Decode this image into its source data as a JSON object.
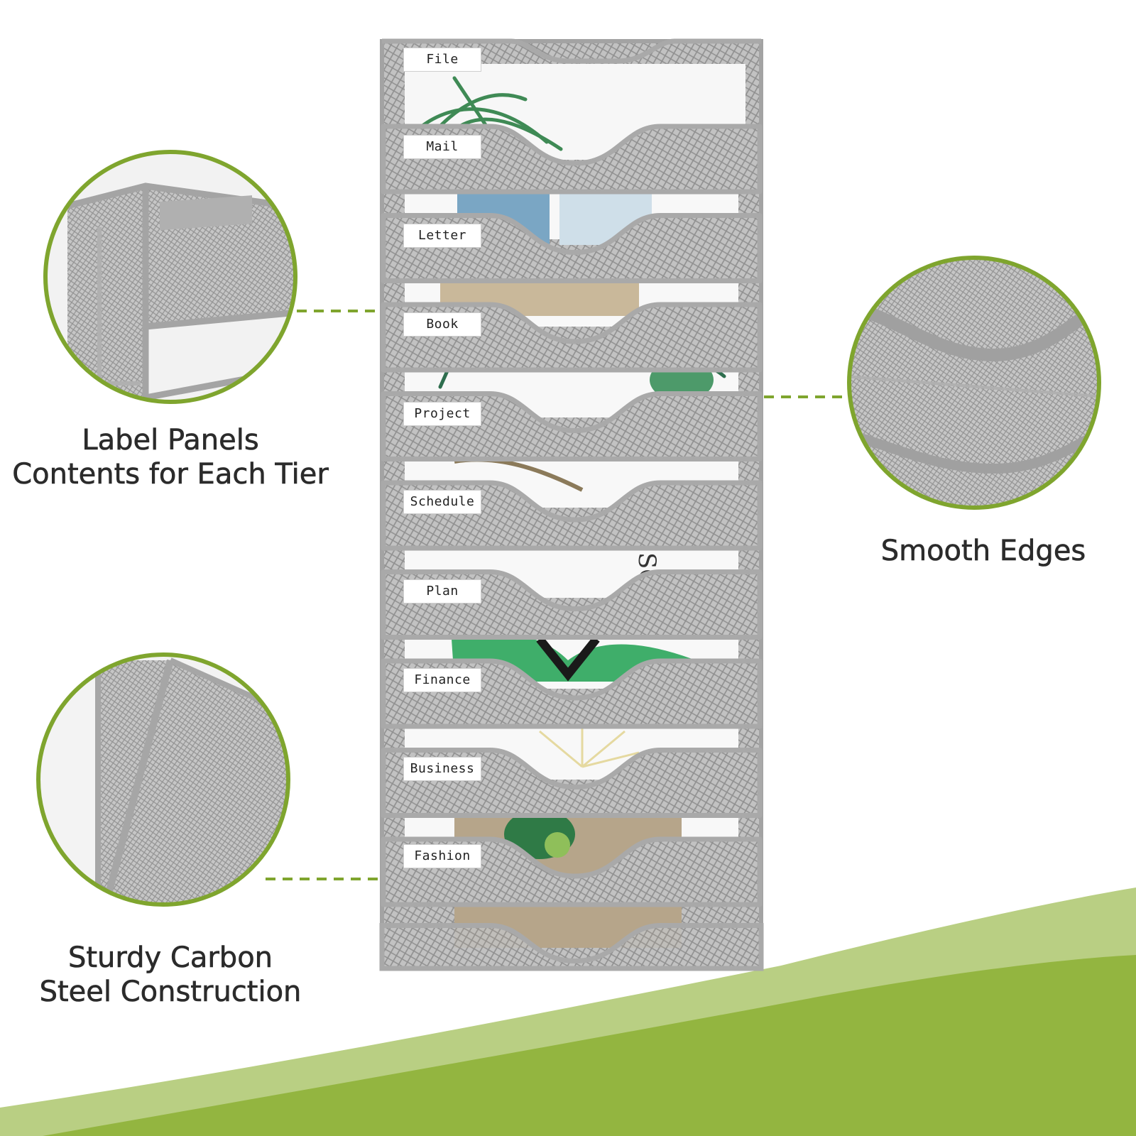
{
  "tier_labels": [
    "File",
    "Mail",
    "Letter",
    "Book",
    "Project",
    "Schedule",
    "Plan",
    "Finance",
    "Business",
    "Fashion"
  ],
  "features": {
    "label_panels": [
      "Label Panels",
      "Contents for Each Tier"
    ],
    "smooth_edges": [
      "Smooth Edges"
    ],
    "steel_construction": [
      "Sturdy Carbon",
      "Steel Construction"
    ]
  },
  "colors": {
    "accent_green": "#7fa52e",
    "wave_light": "#b9cf83",
    "wave_dark": "#93b540",
    "metal": "#a9a9a9",
    "mesh_fill": "#c9c9c9",
    "text": "#2b2b2b"
  }
}
